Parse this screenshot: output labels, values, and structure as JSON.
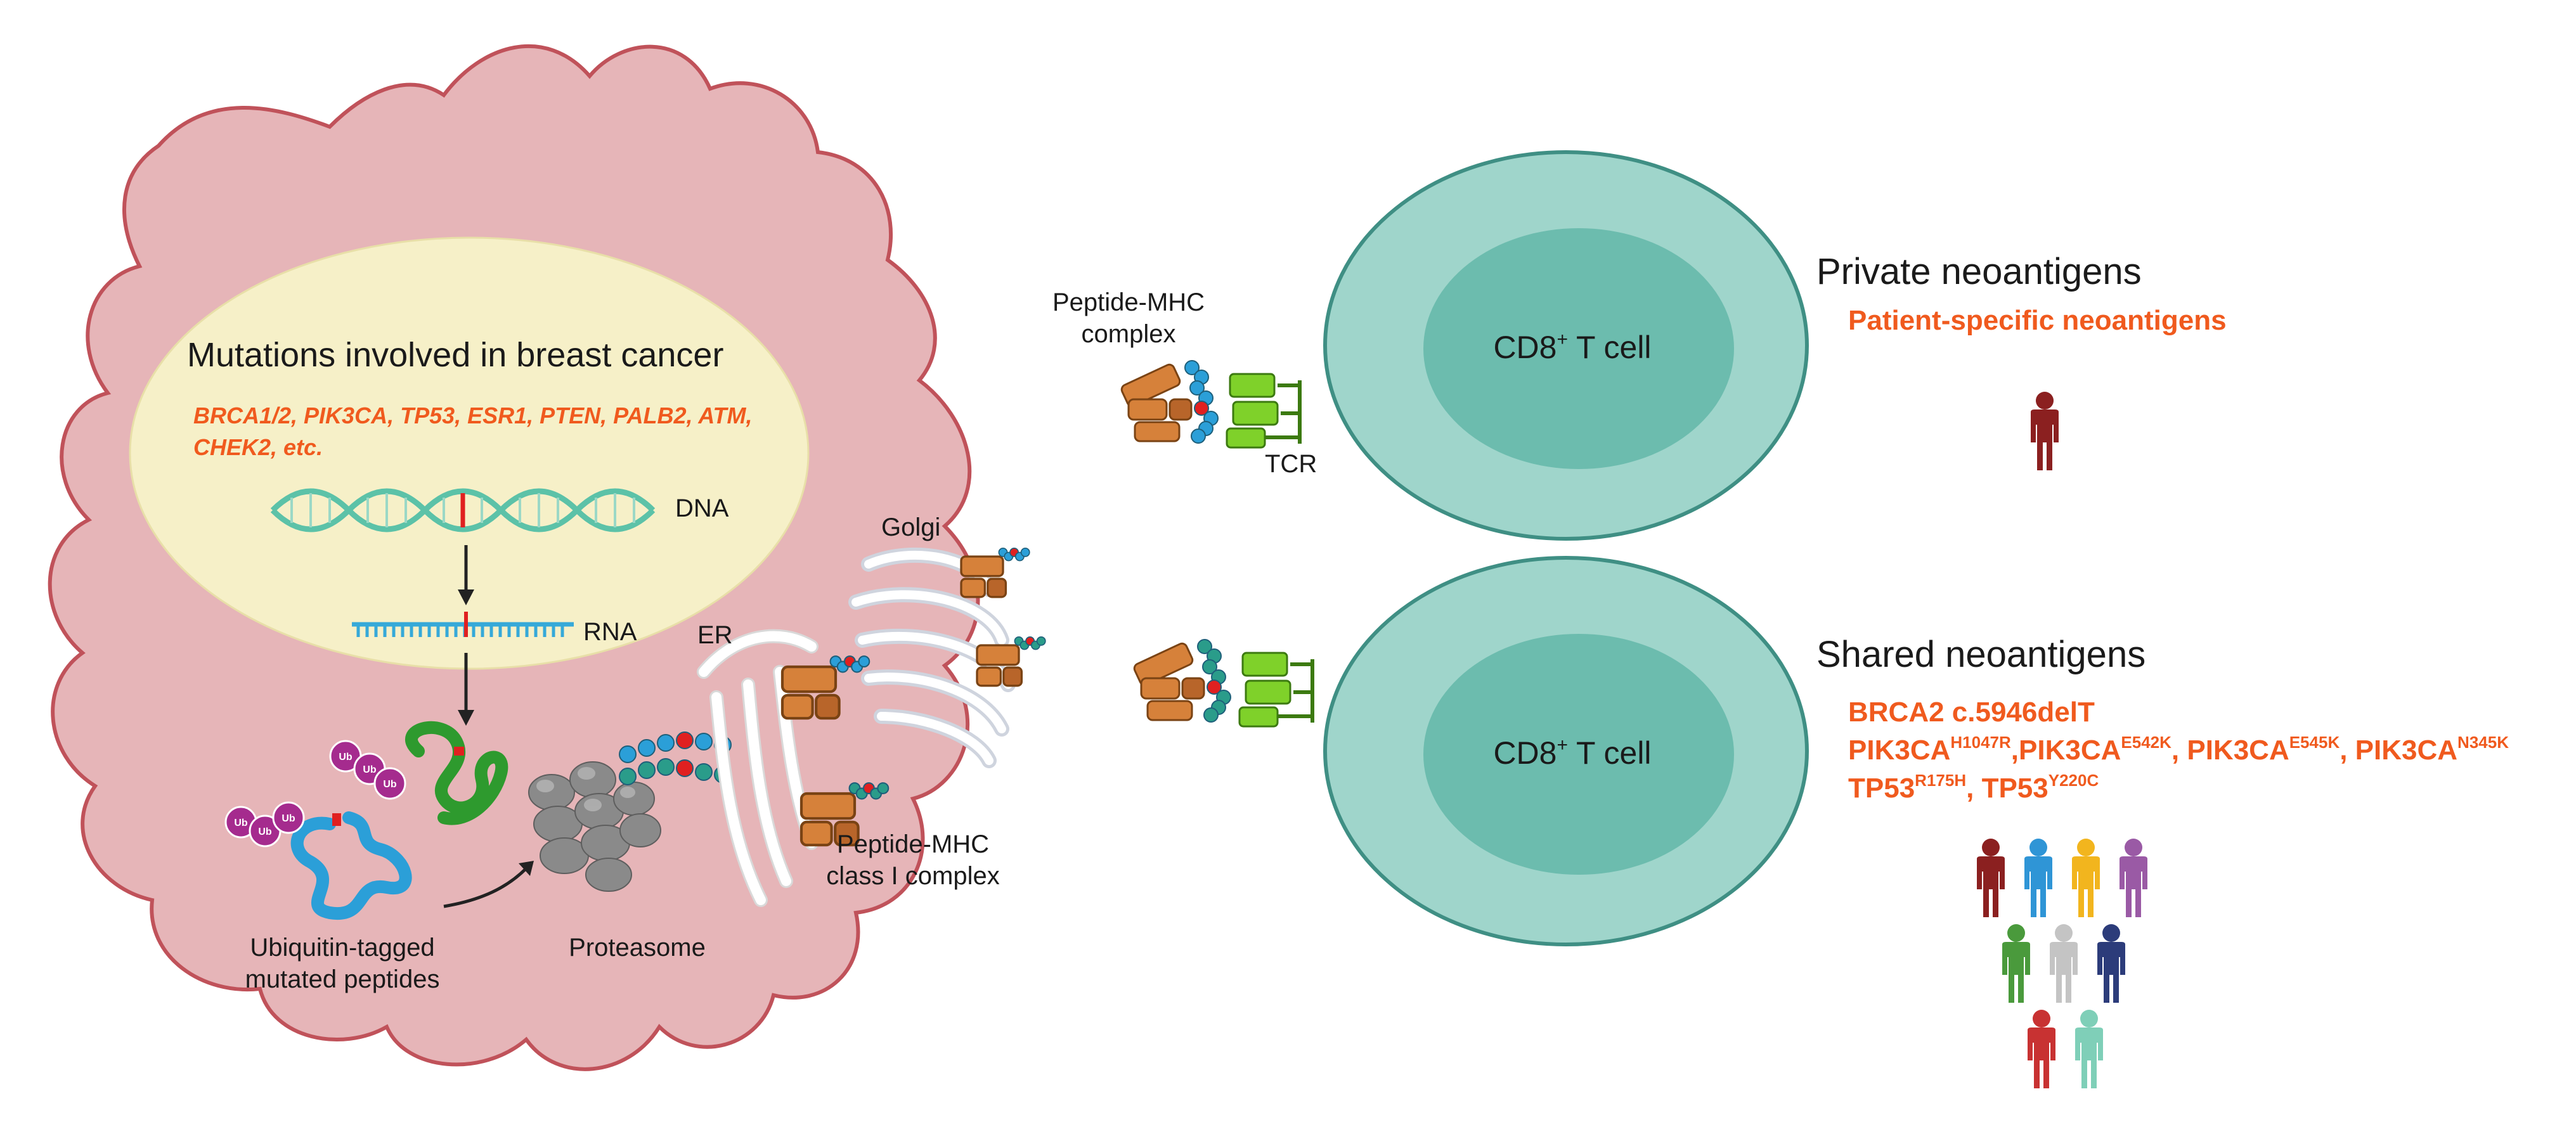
{
  "colors": {
    "tumor_fill": "#e6b5b8",
    "tumor_stroke": "#c0525a",
    "nucleus_fill": "#f6f0c8",
    "tcell_outer": "#9fd5cb",
    "tcell_inner": "#6cbcae",
    "accent_orange": "#f05a1e",
    "mhc_orange": "#d6813a",
    "tcr_green": "#7fd12a",
    "peptide_blue": "#2b9fd8",
    "peptide_teal": "#2a9c8a",
    "ubiquitin_purple": "#a52b8e",
    "dna_teal": "#5cc2a8",
    "rna_blue": "#36a9d8"
  },
  "nucleus": {
    "title": "Mutations involved in breast cancer",
    "genes_line1": "BRCA1/2, PIK3CA, TP53, ESR1, PTEN, PALB2, ATM,",
    "genes_line2": "CHEK2, etc.",
    "dna_label": "DNA",
    "rna_label": "RNA"
  },
  "cytoplasm": {
    "ubiquitin_label_1": "Ubiquitin-tagged",
    "ubiquitin_label_2": "mutated peptides",
    "ub_tag": "Ub",
    "proteasome_label": "Proteasome",
    "er_label": "ER",
    "golgi_label": "Golgi",
    "mhc_class1_label_1": "Peptide-MHC",
    "mhc_class1_label_2": "class I complex"
  },
  "interface": {
    "pmhc_label_1": "Peptide-MHC",
    "pmhc_label_2": "complex",
    "tcr_label": "TCR"
  },
  "tcells": [
    {
      "label_pre": "CD8",
      "label_sup": "+",
      "label_post": " T cell"
    },
    {
      "label_pre": "CD8",
      "label_sup": "+",
      "label_post": " T cell"
    }
  ],
  "private": {
    "heading": "Private neoantigens",
    "subtitle": "Patient-specific neoantigens",
    "person_color": "#8b2020"
  },
  "shared": {
    "heading": "Shared neoantigens",
    "line1": "BRCA2 c.5946delT",
    "pik3ca": [
      {
        "base": "PIK3CA",
        "sup": "H1047R",
        "sep": ","
      },
      {
        "base": "PIK3CA",
        "sup": "E542K",
        "sep": ", "
      },
      {
        "base": "PIK3CA",
        "sup": "E545K",
        "sep": ", "
      },
      {
        "base": "PIK3CA",
        "sup": "N345K",
        "sep": ""
      }
    ],
    "tp53": [
      {
        "base": "TP53",
        "sup": "R175H",
        "sep": ", "
      },
      {
        "base": "TP53",
        "sup": "Y220C",
        "sep": ""
      }
    ],
    "person_colors": [
      "#8b2020",
      "#2f95d6",
      "#f2b51e",
      "#9a5aa5",
      "#4a9a3c",
      "#c4c4c4",
      "#2c3c7a",
      "#c83232",
      "#7fcfb8"
    ]
  }
}
